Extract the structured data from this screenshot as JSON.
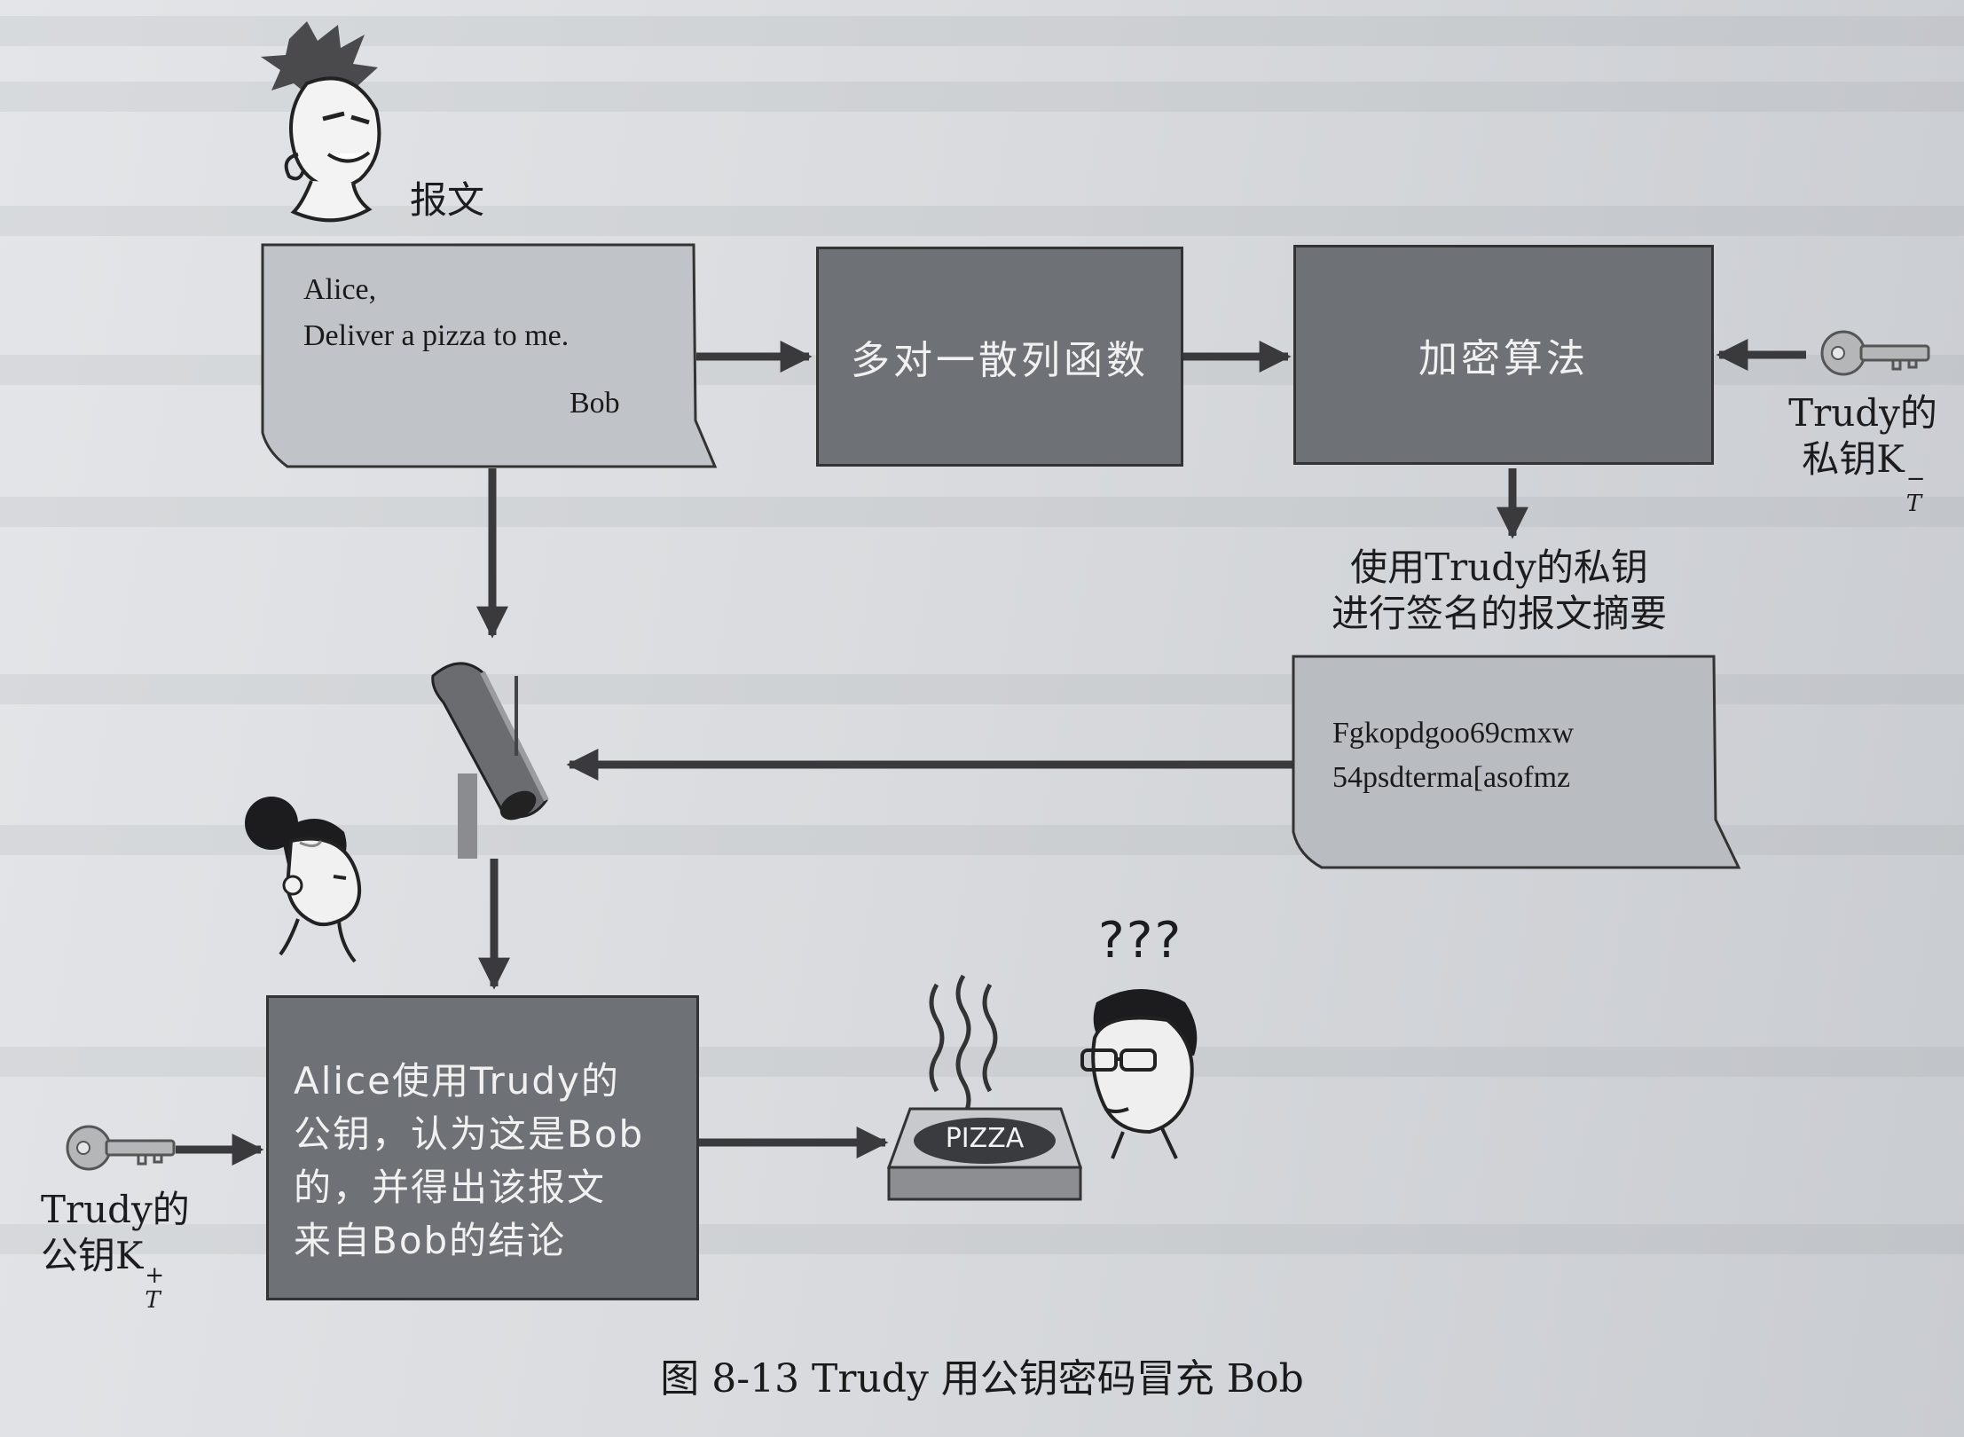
{
  "message_label": "报文",
  "message": {
    "line1": "Alice,",
    "line2": "Deliver a pizza to me.",
    "sign": "Bob"
  },
  "hash_box": "多对一散列函数",
  "encrypt_box": "加密算法",
  "private_key_label": {
    "line1": "Trudy的",
    "line2": "私钥K",
    "sup": "−",
    "sub": "T"
  },
  "digest_label": {
    "line1": "使用Trudy的私钥",
    "line2": "进行签名的报文摘要"
  },
  "digest": {
    "line1": "Fgkopdgoo69cmxw",
    "line2": "54psdterma[asofmz"
  },
  "alice_box": [
    "Alice使用Trudy的",
    "公钥，认为这是Bob",
    "的，并得出该报文",
    "来自Bob的结论"
  ],
  "public_key_label": {
    "line1": "Trudy的",
    "line2": "公钥K",
    "sup": "+",
    "sub": "T"
  },
  "pizza_label": "PIZZA",
  "confused": "???",
  "caption": "图 8-13    Trudy 用公钥密码冒充 Bob",
  "colors": {
    "dark_box": "#6e7175",
    "light_box": "#b9bcc0",
    "arrow": "#3a3a3c"
  },
  "icons": [
    "trudy-face-icon",
    "key-icon",
    "mailbox-icon",
    "alice-face-icon",
    "pizza-box-icon",
    "bob-face-icon"
  ]
}
